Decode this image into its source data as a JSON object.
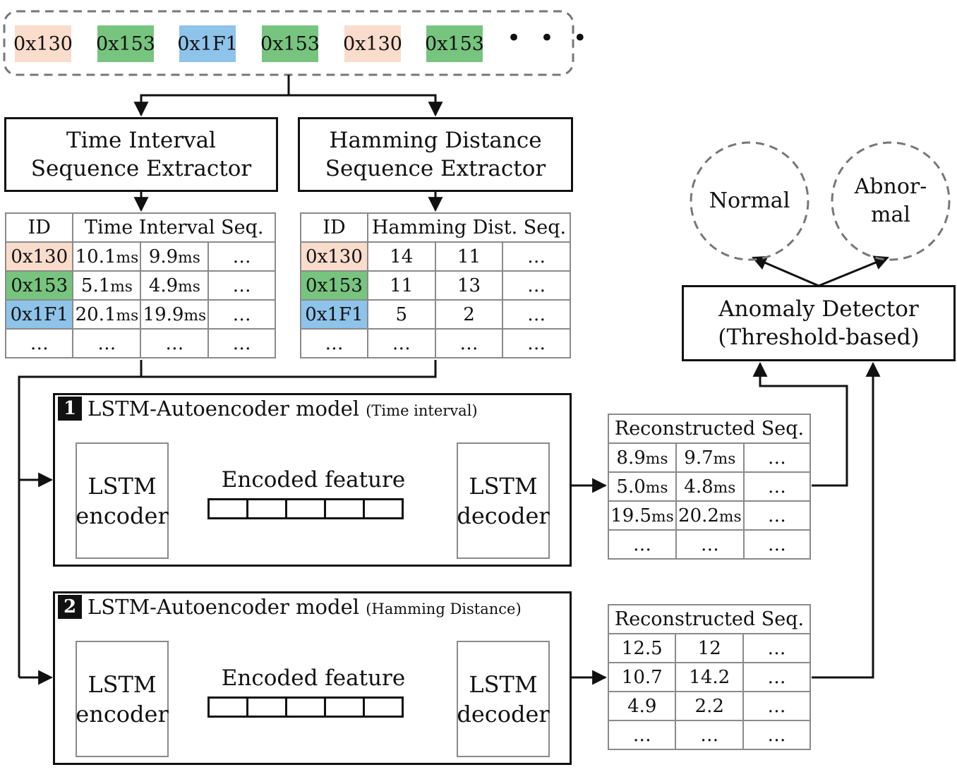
{
  "colors": {
    "c130": "#f9dccb",
    "c153": "#77c47f",
    "c1F1": "#8ec3ea"
  },
  "input_sequence": {
    "ids": [
      "0x130",
      "0x153",
      "0x1F1",
      "0x153",
      "0x130",
      "0x153"
    ],
    "ellipsis": "• • •"
  },
  "extractors": {
    "time": {
      "line1": "Time Interval",
      "line2": "Sequence Extractor"
    },
    "hamming": {
      "line1": "Hamming Distance",
      "line2": "Sequence Extractor"
    }
  },
  "time_table": {
    "col_id": "ID",
    "col_seq": "Time Interval Seq.",
    "rows": [
      {
        "id": "0x130",
        "v1": "10.1",
        "v2": "9.9",
        "more": "…"
      },
      {
        "id": "0x153",
        "v1": "5.1",
        "v2": "4.9",
        "more": "…"
      },
      {
        "id": "0x1F1",
        "v1": "20.1",
        "v2": "19.9",
        "more": "…"
      },
      {
        "id": "…",
        "v1": "…",
        "v2": "…",
        "more": "…"
      }
    ],
    "unit": "ms"
  },
  "hamming_table": {
    "col_id": "ID",
    "col_seq": "Hamming Dist. Seq.",
    "rows": [
      {
        "id": "0x130",
        "v1": "14",
        "v2": "11",
        "more": "…"
      },
      {
        "id": "0x153",
        "v1": "11",
        "v2": "13",
        "more": "…"
      },
      {
        "id": "0x1F1",
        "v1": "5",
        "v2": "2",
        "more": "…"
      },
      {
        "id": "…",
        "v1": "…",
        "v2": "…",
        "more": "…"
      }
    ]
  },
  "model1": {
    "badge": "1",
    "title": "LSTM-Autoencoder model",
    "subtitle": "(Time interval)",
    "encoder": {
      "line1": "LSTM",
      "line2": "encoder"
    },
    "feature": "Encoded feature",
    "decoder": {
      "line1": "LSTM",
      "line2": "decoder"
    }
  },
  "model2": {
    "badge": "2",
    "title": "LSTM-Autoencoder model",
    "subtitle": "(Hamming Distance)",
    "encoder": {
      "line1": "LSTM",
      "line2": "encoder"
    },
    "feature": "Encoded feature",
    "decoder": {
      "line1": "LSTM",
      "line2": "decoder"
    }
  },
  "recon1": {
    "header": "Reconstructed Seq.",
    "unit": "ms",
    "rows": [
      {
        "v1": "8.9",
        "v2": "9.7",
        "more": "…"
      },
      {
        "v1": "5.0",
        "v2": "4.8",
        "more": "…"
      },
      {
        "v1": "19.5",
        "v2": "20.2",
        "more": "…"
      },
      {
        "v1": "…",
        "v2": "…",
        "more": "…"
      }
    ]
  },
  "recon2": {
    "header": "Reconstructed Seq.",
    "rows": [
      {
        "v1": "12.5",
        "v2": "12",
        "more": "…"
      },
      {
        "v1": "10.7",
        "v2": "14.2",
        "more": "…"
      },
      {
        "v1": "4.9",
        "v2": "2.2",
        "more": "…"
      },
      {
        "v1": "…",
        "v2": "…",
        "more": "…"
      }
    ]
  },
  "detector": {
    "line1": "Anomaly Detector",
    "line2": "(Threshold-based)"
  },
  "outcomes": {
    "normal": "Normal",
    "abnormal_line1": "Abnor-",
    "abnormal_line2": "mal"
  }
}
